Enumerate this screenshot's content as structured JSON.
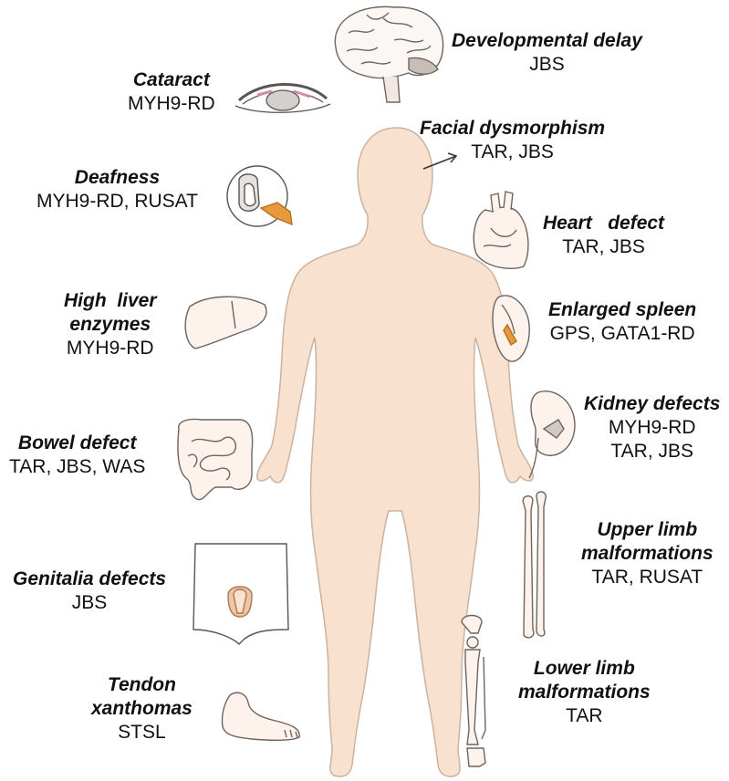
{
  "labels": {
    "developmental_delay": {
      "title": "Developmental delay",
      "diseases": "JBS"
    },
    "cataract": {
      "title": "Cataract",
      "diseases": "MYH9-RD"
    },
    "facial_dysmorphism": {
      "title": "Facial dysmorphism",
      "diseases": "TAR, JBS"
    },
    "deafness": {
      "title": "Deafness",
      "diseases": "MYH9-RD, RUSAT"
    },
    "heart_defect": {
      "title": "Heart   defect",
      "diseases": "TAR, JBS"
    },
    "high_liver_enzymes": {
      "title_line1": "High  liver",
      "title_line2": "enzymes",
      "diseases": "MYH9-RD"
    },
    "enlarged_spleen": {
      "title": "Enlarged spleen",
      "diseases": "GPS, GATA1-RD"
    },
    "kidney_defects": {
      "title": "Kidney defects",
      "diseases_line1": "MYH9-RD",
      "diseases_line2": "TAR, JBS"
    },
    "bowel_defect": {
      "title": "Bowel defect",
      "diseases": "TAR, JBS, WAS"
    },
    "upper_limb": {
      "title_line1": "Upper limb",
      "title_line2": "malformations",
      "diseases": "TAR, RUSAT"
    },
    "genitalia_defects": {
      "title": "Genitalia defects",
      "diseases": "JBS"
    },
    "lower_limb": {
      "title_line1": "Lower limb",
      "title_line2": "malformations",
      "diseases": "TAR"
    },
    "tendon_xanthomas": {
      "title_line1": "Tendon",
      "title_line2": "xanthomas",
      "diseases": "STSL"
    }
  },
  "colors": {
    "skin": "#f8e1cf",
    "skin_outline": "#c9b3a3",
    "organ_fill": "#fdf2ec",
    "organ_outline": "#8a7f79",
    "accent_orange": "#e79a3c",
    "accent_pink": "#d98aa8"
  }
}
